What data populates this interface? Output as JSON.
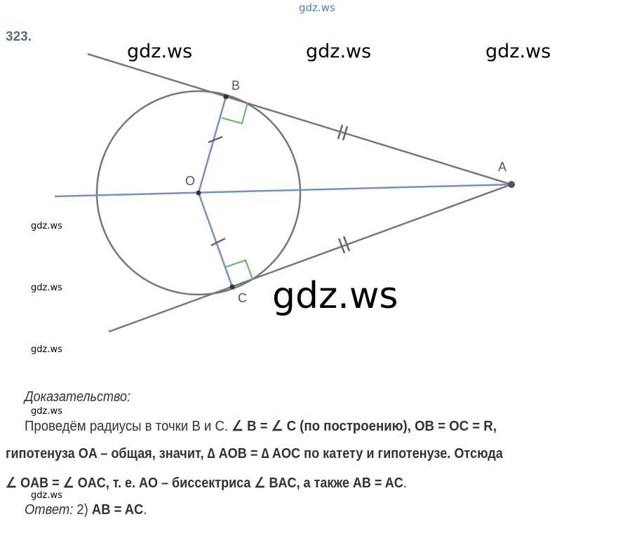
{
  "problem_number": "323.",
  "watermarks": {
    "top": "gdz.ws",
    "row": [
      "gdz.ws",
      "gdz.ws",
      "gdz.ws"
    ],
    "left": [
      "gdz.ws",
      "gdz.ws",
      "gdz.ws"
    ],
    "center": "gdz.ws",
    "text": [
      "gdz.ws",
      "gdz.ws"
    ]
  },
  "diagram": {
    "labels": {
      "B": "B",
      "A": "A",
      "O": "O",
      "C": "C"
    },
    "colors": {
      "tangent": "#777777",
      "radius": "#6f8fd0",
      "right_angle": "#5cb85c",
      "circle": "#777777"
    }
  },
  "proof": {
    "heading": "Доказательство:",
    "line1": [
      "Проведём радиусы в точки B и C. ",
      "∠ B = ∠ C (по построению), OB = OC = R,"
    ],
    "line2": "гипотенуза OA – общая, значит, ∆ AOB = ∆ AOC по катету и гипотенузе. Отсюда",
    "line3": [
      "∠ OAB = ∠ OAC, т. е. AO – биссектриса ∠ BAC, а также AB = AC",
      ". "
    ],
    "answer_label": "Ответ:",
    "answer_num": " 2) ",
    "answer_value": "AB = AC",
    "answer_end": "."
  }
}
